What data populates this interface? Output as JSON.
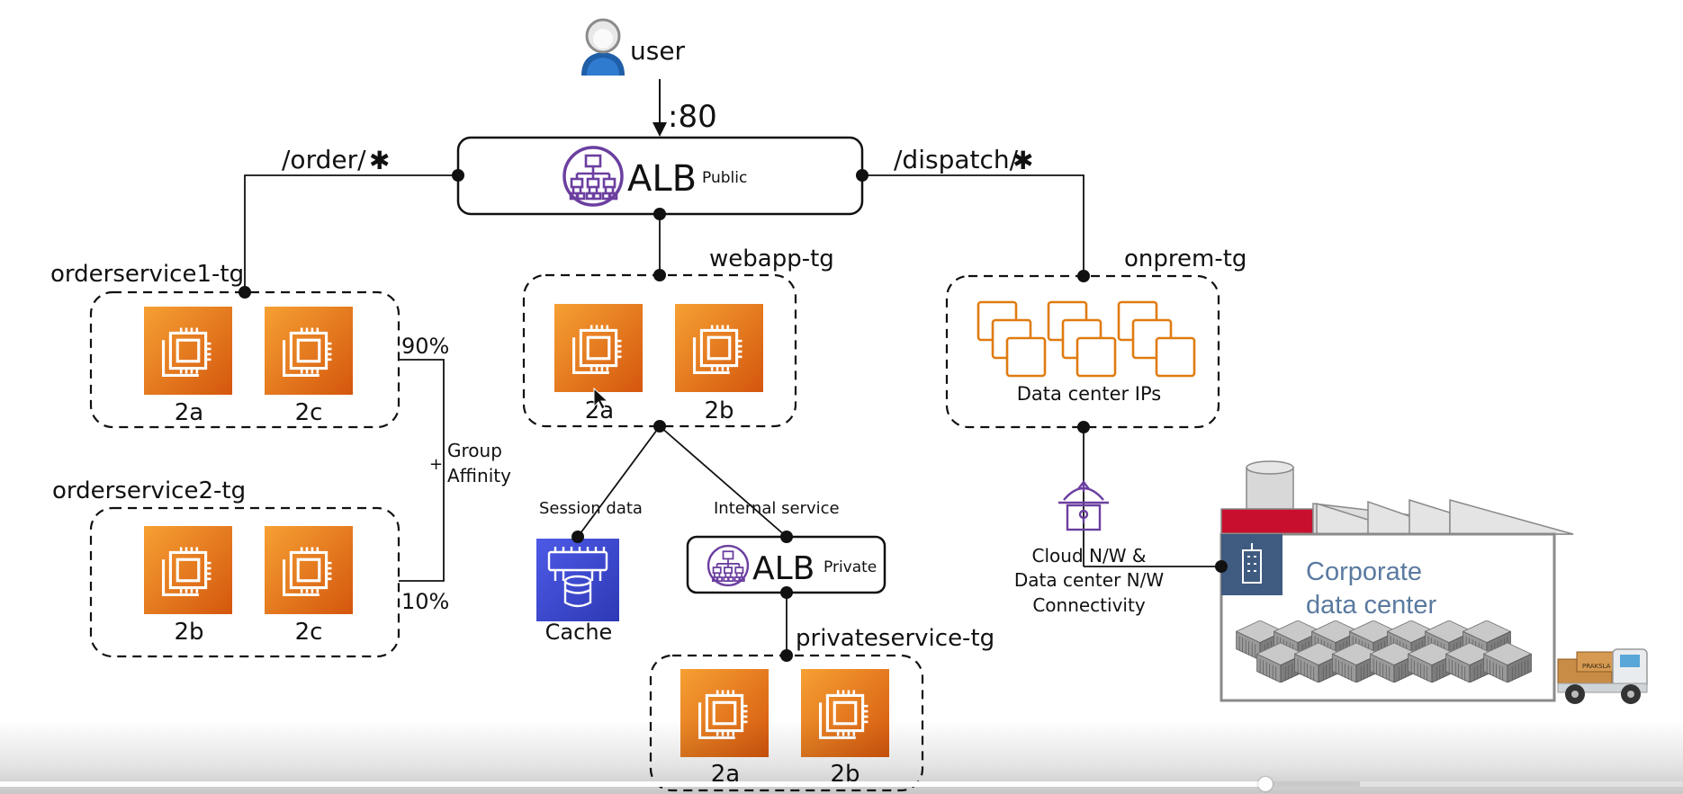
{
  "user": {
    "label": "user"
  },
  "port": {
    "label": ":80"
  },
  "alb_public": {
    "name": "ALB",
    "tag": "Public"
  },
  "alb_private": {
    "name": "ALB",
    "tag": "Private"
  },
  "routes": {
    "order": "/order/",
    "dispatch": "/dispatch/",
    "wildcard": "✱"
  },
  "target_groups": {
    "orderservice1": {
      "label": "orderservice1-tg",
      "azs": [
        "2a",
        "2c"
      ]
    },
    "orderservice2": {
      "label": "orderservice2-tg",
      "azs": [
        "2b",
        "2c"
      ]
    },
    "webapp": {
      "label": "webapp-tg",
      "azs": [
        "2a",
        "2b"
      ]
    },
    "onprem": {
      "label": "onprem-tg",
      "caption": "Data center IPs"
    },
    "privateservice": {
      "label": "privateservice-tg",
      "azs": [
        "2a",
        "2b"
      ]
    }
  },
  "weights": {
    "top": "90%",
    "bottom": "10%",
    "plus": "+",
    "group_line1": "Group",
    "group_line2": "Affinity"
  },
  "edges": {
    "session": "Session data",
    "internal": "Internal service"
  },
  "cache": {
    "label": "Cache"
  },
  "connectivity": {
    "line1": "Cloud N/W &",
    "line2": "Data center N/W",
    "line3": "Connectivity"
  },
  "corporate": {
    "line1": "Corporate",
    "line2": "data center"
  },
  "truck": {
    "text": "PRAKSLA"
  },
  "colors": {
    "ec2_top": "#f28a1d",
    "ec2_bottom": "#d3560f",
    "alb_purple": "#6b3fa0",
    "cache_blue": "#3b48cc",
    "onprem_orange": "#e07b10",
    "red": "#c8102e"
  },
  "video": {
    "played_fraction": 0.752,
    "buffered_fraction": 0.808
  }
}
